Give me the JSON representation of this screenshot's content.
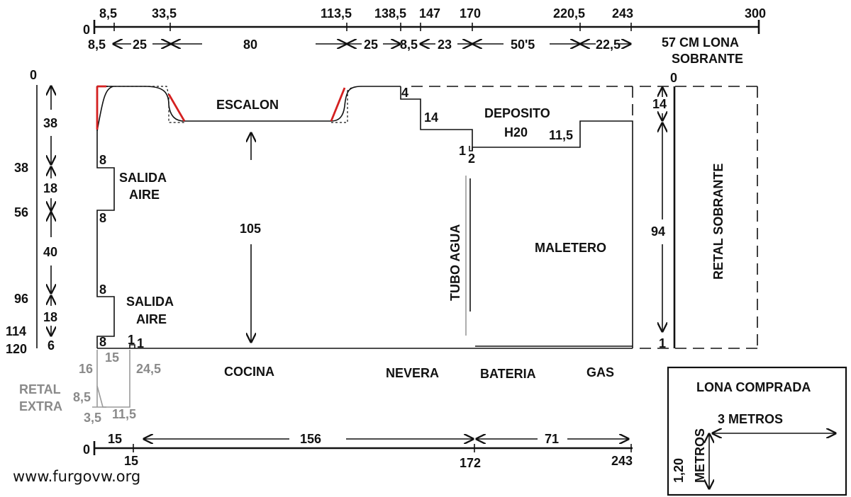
{
  "top_scale": {
    "ticks": [
      "0",
      "8,5",
      "33,5",
      "113,5",
      "138,5",
      "147",
      "170",
      "220,5",
      "243",
      "300"
    ],
    "segments": [
      "8,5",
      "25",
      "80",
      "25",
      "8,5",
      "23",
      "50'5",
      "22,5"
    ],
    "note_line1": "57 CM LONA",
    "note_line2": "SOBRANTE"
  },
  "left_scale": {
    "ticks": [
      "0",
      "38",
      "56",
      "96",
      "114",
      "120"
    ],
    "segments": [
      "38",
      "18",
      "40",
      "18",
      "6"
    ]
  },
  "labels": {
    "escalon": "ESCALON",
    "deposito_line1": "DEPOSITO",
    "deposito_line2": "H20",
    "salida1_line1": "SALIDA",
    "salida1_line2": "AIRE",
    "salida2_line1": "SALIDA",
    "salida2_line2": "AIRE",
    "tubo_agua": "TUBO AGUA",
    "maletero": "MALETERO",
    "retal_sobrante": "RETAL SOBRANTE"
  },
  "measurements": {
    "height_105": "105",
    "height_94": "94",
    "dim_14": "14",
    "dim_14_right": "14",
    "dim_4": "4",
    "dim_1": "1",
    "dim_2": "2",
    "dim_11_5": "11,5",
    "dim_8_a": "8",
    "dim_8_b": "8",
    "dim_8_c": "8",
    "dim_8_d": "8",
    "dim_1_a": "1",
    "dim_1_b": "1",
    "right_zero": "0",
    "right_one": "1"
  },
  "retal_extra": {
    "line1": "RETAL",
    "line2": "EXTRA",
    "v16": "16",
    "v15": "15",
    "v24_5": "24,5",
    "v8_5": "8,5",
    "v3_5": "3,5",
    "v11_5": "11,5"
  },
  "zones": [
    "COCINA",
    "NEVERA",
    "BATERIA",
    "GAS"
  ],
  "bottom_scale": {
    "ticks": [
      "0",
      "15",
      "172",
      "243"
    ],
    "segments": [
      "15",
      "156",
      "71"
    ]
  },
  "lona_comprada": {
    "title": "LONA COMPRADA",
    "width": "3 METROS",
    "height_line1": "1,20",
    "height_line2": "METROS"
  },
  "watermark": "www.furgovw.org",
  "colors": {
    "cut_line": "#d42020",
    "extra_piece": "#8a8a8a"
  }
}
